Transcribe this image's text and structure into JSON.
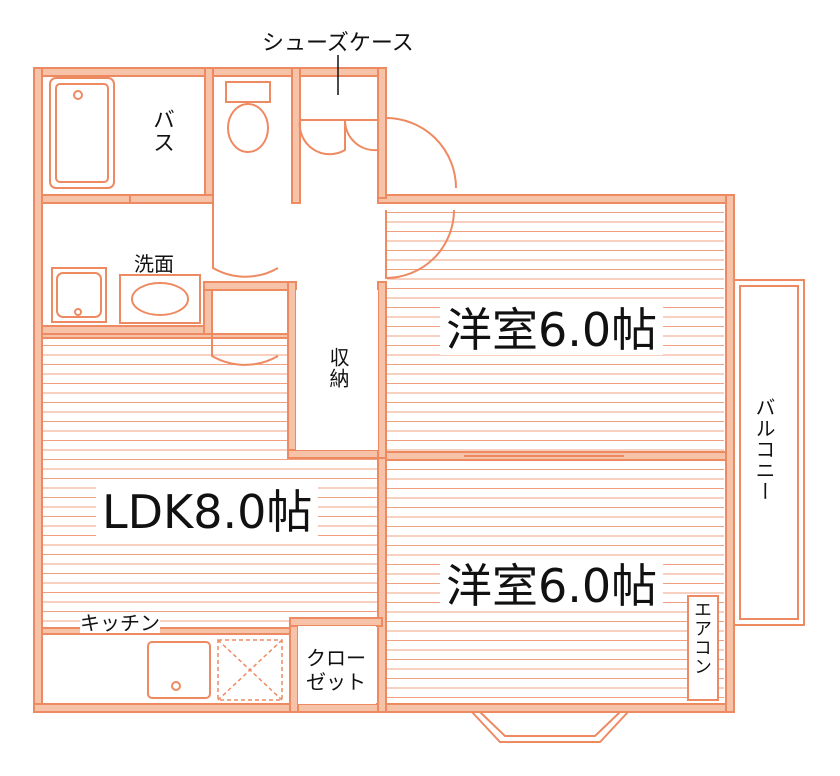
{
  "colors": {
    "wall": "#EE8A62",
    "wall_fill": "#F6C2A8",
    "hatch": "#F1A080",
    "background": "#FFFFFF",
    "text": "#111111"
  },
  "labels": {
    "shoe_case": "シューズケース",
    "bath": "バス",
    "washroom": "洗面",
    "storage": "収納",
    "western_room_top": "洋室6.0帖",
    "ldk": "LDK8.0帖",
    "western_room_bottom": "洋室6.0帖",
    "balcony": "バルコニー",
    "kitchen": "キッチン",
    "closet_line1": "クロー",
    "closet_line2": "ゼット",
    "aircon": "エアコン"
  }
}
